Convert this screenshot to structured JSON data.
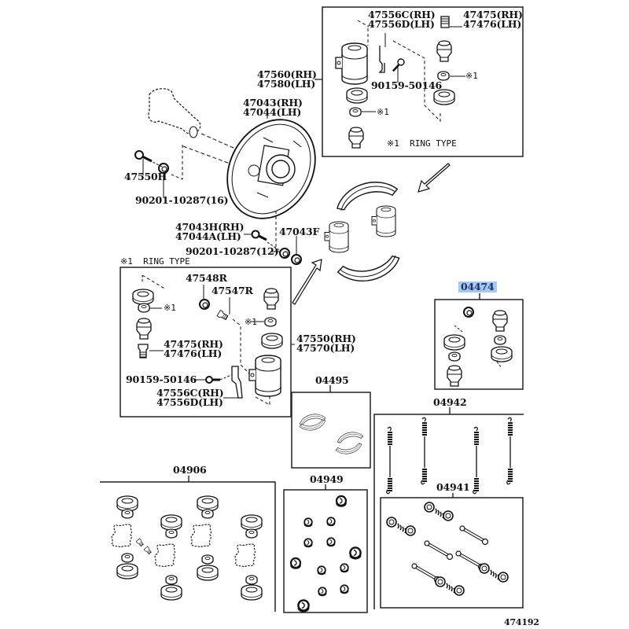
{
  "diagram": {
    "title": "Rear Drum Brake Wheel Cylinder & Shoe Parts Diagram",
    "figure_id": "474192",
    "highlight_color": "#a8c8ee",
    "highlighted_part": "04474"
  },
  "labels": {
    "p47556_top": [
      "47556C(RH)",
      "47556D(LH)"
    ],
    "p47475_top": [
      "47475(RH)",
      "47476(LH)"
    ],
    "p47560": [
      "47560(RH)",
      "47580(LH)"
    ],
    "p90159_top": "90159-50146",
    "ring_note_top_a": "※1",
    "ring_note_top_b": "※1",
    "ring_type_top": "※1  RING TYPE",
    "p47043": [
      "47043(RH)",
      "47044(LH)"
    ],
    "p47550H": "47550H",
    "p90201_16": "90201-10287(16)",
    "p47043H": [
      "47043H(RH)",
      "47044A(LH)"
    ],
    "p47043F": "47043F",
    "p90201_12": "90201-10287(12)",
    "ring_type_left": "※1  RING TYPE",
    "p47548R": "47548R",
    "p47547R": "47547R",
    "ring_note_left_a": "※1",
    "ring_note_left_b": "※1",
    "p47475_left": [
      "47475(RH)",
      "47476(LH)"
    ],
    "p47550": [
      "47550(RH)",
      "47570(LH)"
    ],
    "p90159_left": "90159-50146",
    "p47556_left": [
      "47556C(RH)",
      "47556D(LH)"
    ],
    "kit_04474": "04474",
    "kit_04495": "04495",
    "kit_04942": "04942",
    "kit_04941": "04941",
    "kit_04906": "04906",
    "kit_04949": "04949"
  },
  "icons": {
    "axle_housing": "axle-flange",
    "backing_plate": "brake-backing-plate",
    "brake_shoe": "brake-shoe",
    "wheel_cylinder": "wheel-cylinder",
    "spring": "return-spring",
    "cup": "piston-cup",
    "bolt": "bolt",
    "nut": "nut",
    "arrow": "direction-arrow"
  }
}
